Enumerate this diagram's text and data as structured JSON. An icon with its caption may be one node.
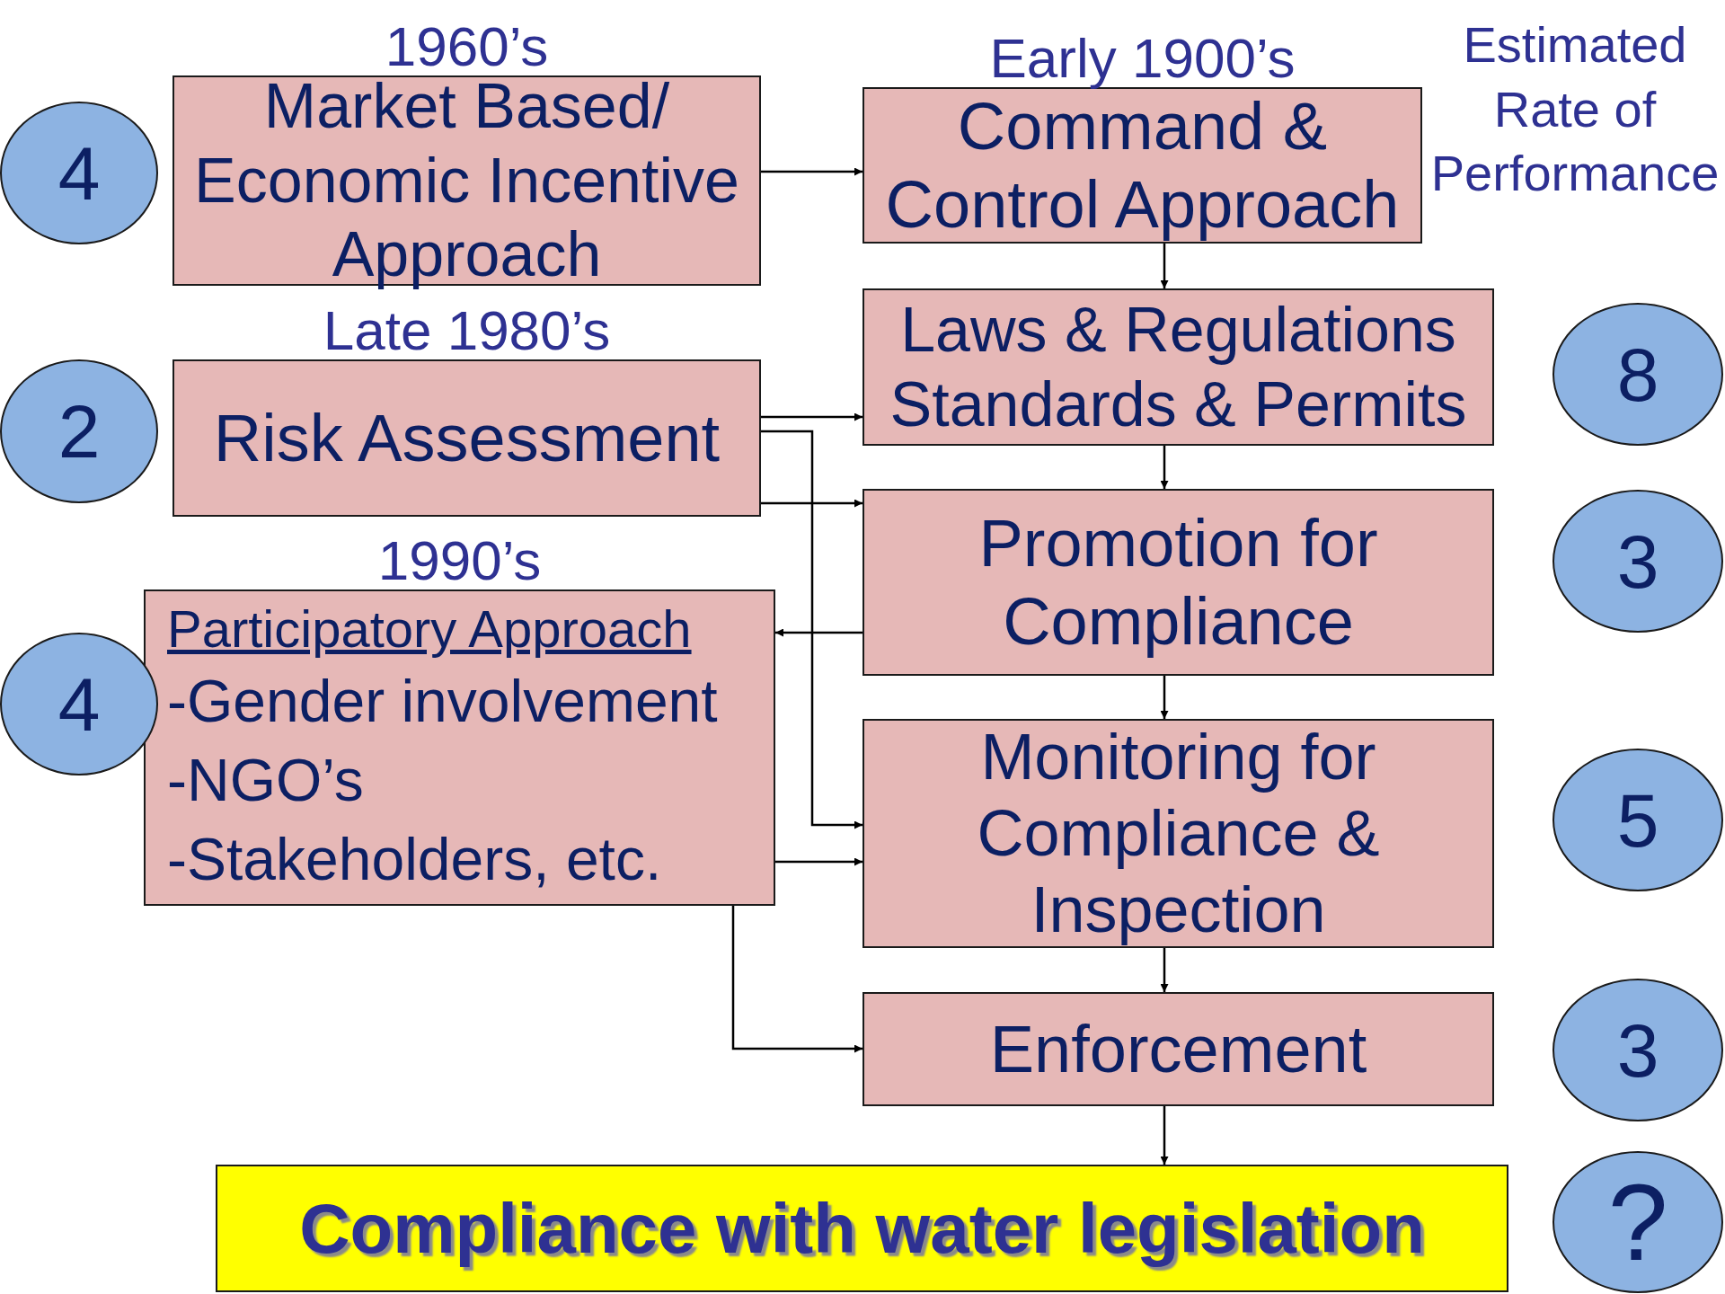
{
  "diagram": {
    "nodes": [
      {
        "text": [
          "4"
        ]
      },
      {
        "text": [
          "1960’s",
          "Market Based/ Economic Incentive Approach"
        ]
      },
      {
        "text": [
          "Early 1900’s",
          "Command & Control Approach"
        ]
      },
      {
        "text": [
          "Laws & Regulations Standards & Permits"
        ]
      },
      {
        "text": [
          "8"
        ]
      },
      {
        "text": [
          "2"
        ]
      },
      {
        "text": [
          "Late 1980’s",
          "Risk Assessment"
        ]
      },
      {
        "text": [
          "Promotion for Compliance"
        ]
      },
      {
        "text": [
          "3"
        ]
      },
      {
        "text": [
          "4"
        ]
      },
      {
        "text": [
          "1990’s",
          "Participatory Approach",
          "-Gender involvement",
          "-NGO’s",
          "-Stakeholders, etc."
        ]
      },
      {
        "text": [
          "Monitoring for Compliance & Inspection"
        ]
      },
      {
        "text": [
          "5"
        ]
      },
      {
        "text": [
          "Enforcement"
        ]
      },
      {
        "text": [
          "3"
        ]
      },
      {
        "text": [
          "Compliance with water legislation"
        ]
      },
      {
        "text": [
          "?"
        ]
      }
    ],
    "edges": [
      {
        "from": 1,
        "to": 2,
        "arrow": "to"
      },
      {
        "from": 2,
        "to": 3,
        "arrow": "to"
      },
      {
        "from": 6,
        "to": 3,
        "arrow": "to"
      },
      {
        "from": 6,
        "to": 11,
        "arrow": "to"
      },
      {
        "from": 6,
        "to": 7,
        "arrow": "to"
      },
      {
        "from": 7,
        "to": 10,
        "arrow": "to"
      },
      {
        "from": 3,
        "to": 7,
        "arrow": "to"
      },
      {
        "from": 7,
        "to": 11,
        "arrow": "to"
      },
      {
        "from": 10,
        "to": 11,
        "arrow": "to"
      },
      {
        "from": 11,
        "to": 13,
        "arrow": "to"
      },
      {
        "from": 10,
        "to": 13,
        "arrow": "to"
      },
      {
        "from": 13,
        "to": 15,
        "arrow": "to"
      }
    ],
    "labels": [
      "Estimated Rate of Performance"
    ]
  }
}
